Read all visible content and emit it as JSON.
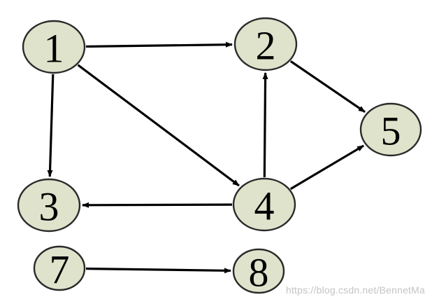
{
  "graph": {
    "nodes": [
      {
        "id": "1",
        "label": "1"
      },
      {
        "id": "2",
        "label": "2"
      },
      {
        "id": "3",
        "label": "3"
      },
      {
        "id": "4",
        "label": "4"
      },
      {
        "id": "5",
        "label": "5"
      },
      {
        "id": "7",
        "label": "7"
      },
      {
        "id": "8",
        "label": "8"
      }
    ],
    "edges": [
      {
        "from": "1",
        "to": "2"
      },
      {
        "from": "1",
        "to": "3"
      },
      {
        "from": "1",
        "to": "4"
      },
      {
        "from": "2",
        "to": "5"
      },
      {
        "from": "4",
        "to": "2"
      },
      {
        "from": "4",
        "to": "3"
      },
      {
        "from": "4",
        "to": "5"
      },
      {
        "from": "7",
        "to": "8"
      }
    ],
    "colors": {
      "node_fill": "#dfe3cb",
      "node_stroke": "#2a2a2a",
      "edge": "#000000"
    }
  },
  "watermark": {
    "text": "https://blog.csdn.net/BennetMa"
  }
}
